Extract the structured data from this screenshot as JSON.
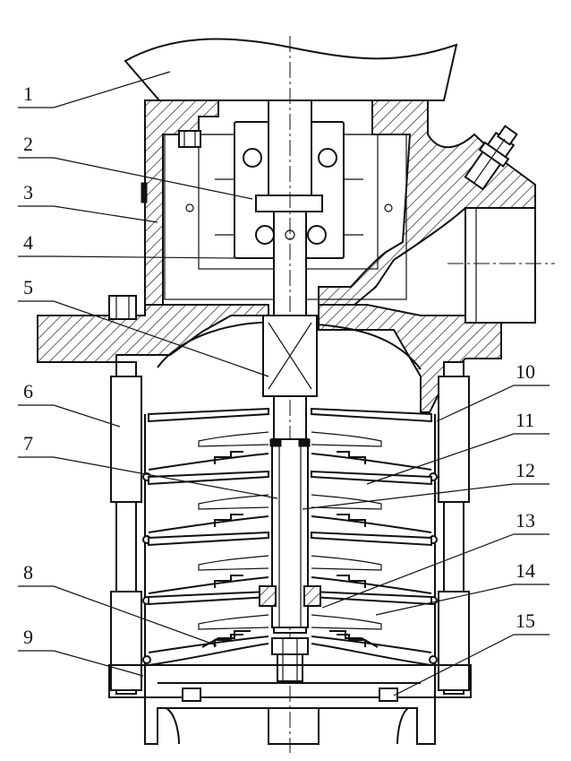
{
  "labels": [
    {
      "num": "1",
      "side": "left"
    },
    {
      "num": "2",
      "side": "left"
    },
    {
      "num": "3",
      "side": "left"
    },
    {
      "num": "4",
      "side": "left"
    },
    {
      "num": "5",
      "side": "left"
    },
    {
      "num": "6",
      "side": "left"
    },
    {
      "num": "7",
      "side": "left"
    },
    {
      "num": "8",
      "side": "left"
    },
    {
      "num": "9",
      "side": "left"
    },
    {
      "num": "10",
      "side": "right"
    },
    {
      "num": "11",
      "side": "right"
    },
    {
      "num": "12",
      "side": "right"
    },
    {
      "num": "13",
      "side": "right"
    },
    {
      "num": "14",
      "side": "right"
    },
    {
      "num": "15",
      "side": "right"
    }
  ]
}
